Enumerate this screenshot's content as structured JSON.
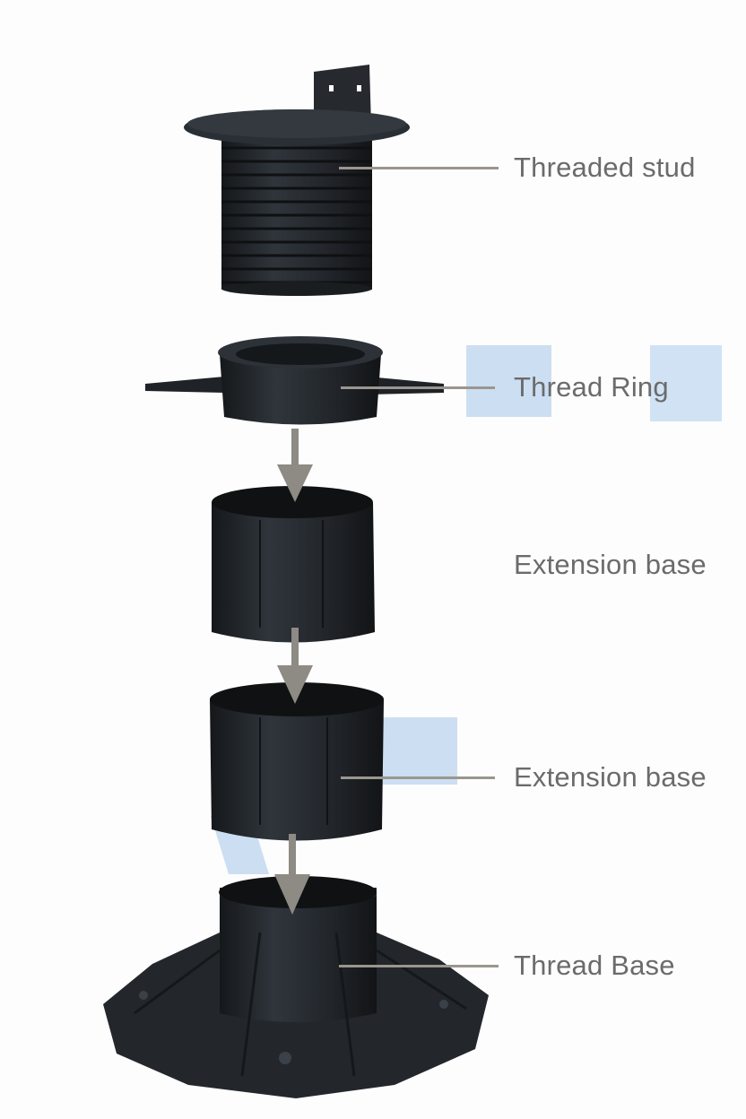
{
  "title": "Adjustable pedestal exploded view",
  "parts": [
    {
      "label": "Threaded stud"
    },
    {
      "label": "Thread Ring"
    },
    {
      "label": "Extension base"
    },
    {
      "label": "Extension base"
    },
    {
      "label": "Thread Base"
    }
  ],
  "colors": {
    "part": "#23272c",
    "part_dark": "#15181b",
    "part_light": "#3a4047",
    "leader": "#9a968f",
    "arrow": "#8e8a84",
    "label": "#6b6b6b"
  }
}
